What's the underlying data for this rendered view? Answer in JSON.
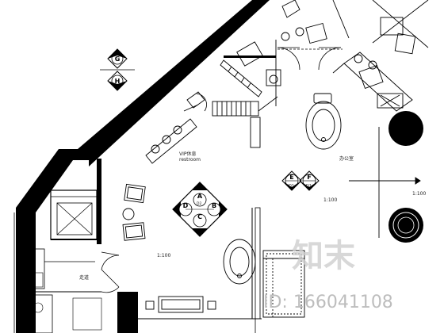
{
  "labels": {
    "room_label_upper": "VIP休息",
    "room_label_upper_sub": "restroom",
    "room_label_right": "办公室",
    "scale_note_1": "1:100",
    "scale_note_2": "1:100",
    "scale_note_3": "1:100",
    "corridor_note": "走道"
  },
  "markers": {
    "marker_gh": {
      "top": "G",
      "bottom": "H",
      "top_num": "1",
      "bottom_num": "1"
    },
    "marker_ef": {
      "left": "E",
      "right": "F",
      "left_num": "D1",
      "right_num": "D1"
    },
    "marker_abcd": {
      "top": "A",
      "right": "B",
      "bottom": "C",
      "left": "D",
      "num": "D2"
    }
  },
  "watermark": {
    "brand": "知末",
    "id_text": "ID: 166041108"
  }
}
